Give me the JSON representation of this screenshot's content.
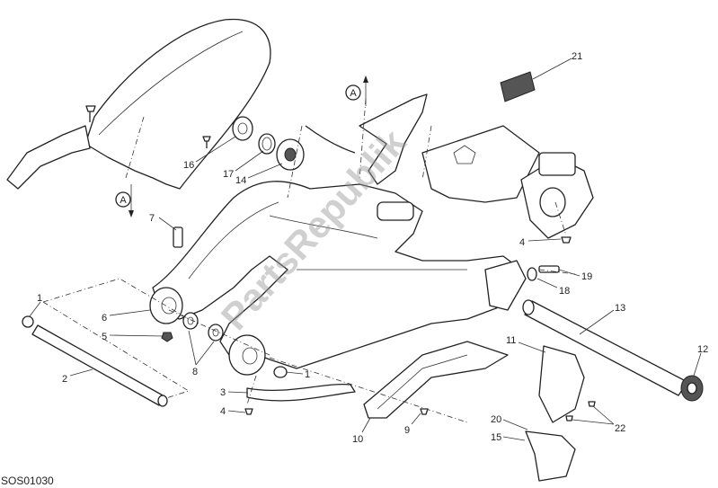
{
  "diagram": {
    "code": "SOS01030",
    "watermark": "PartsRepublik",
    "callouts": {
      "c21": "21",
      "refA_top": "A",
      "refA_left": "A",
      "c16": "16",
      "c17": "17",
      "c14": "14",
      "c7": "7",
      "c4_right": "4",
      "c19": "19",
      "c18": "18",
      "c13": "13",
      "c12": "12",
      "c1_left": "1",
      "c6": "6",
      "c5": "5",
      "c8": "8",
      "c2": "2",
      "c1_mid": "1",
      "c3": "3",
      "c4_low": "4",
      "c10": "10",
      "c9": "9",
      "c11": "11",
      "c20": "20",
      "c15": "15",
      "c22": "22"
    }
  }
}
